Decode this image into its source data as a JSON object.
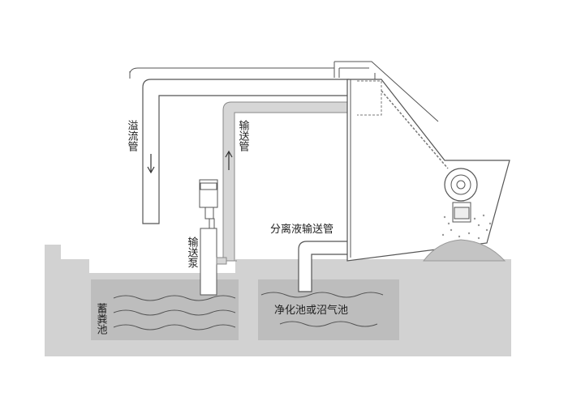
{
  "labels": {
    "overflow_pipe": "溢流管",
    "transfer_pipe": "输送管",
    "transfer_pump": "输送泵",
    "separated_liquid_pipe": "分离液输送管",
    "storage_tank": "蓄粪池",
    "purification_tank": "净化池或沼气池"
  },
  "colors": {
    "ground": "#d2d2d2",
    "pit": "#bdbdbd",
    "pipe_fill": "#ffffff",
    "pipe_line": "#555555",
    "transfer_pipe_fill": "#d6d6d6",
    "machine": "#ffffff",
    "wave": "#555555"
  }
}
